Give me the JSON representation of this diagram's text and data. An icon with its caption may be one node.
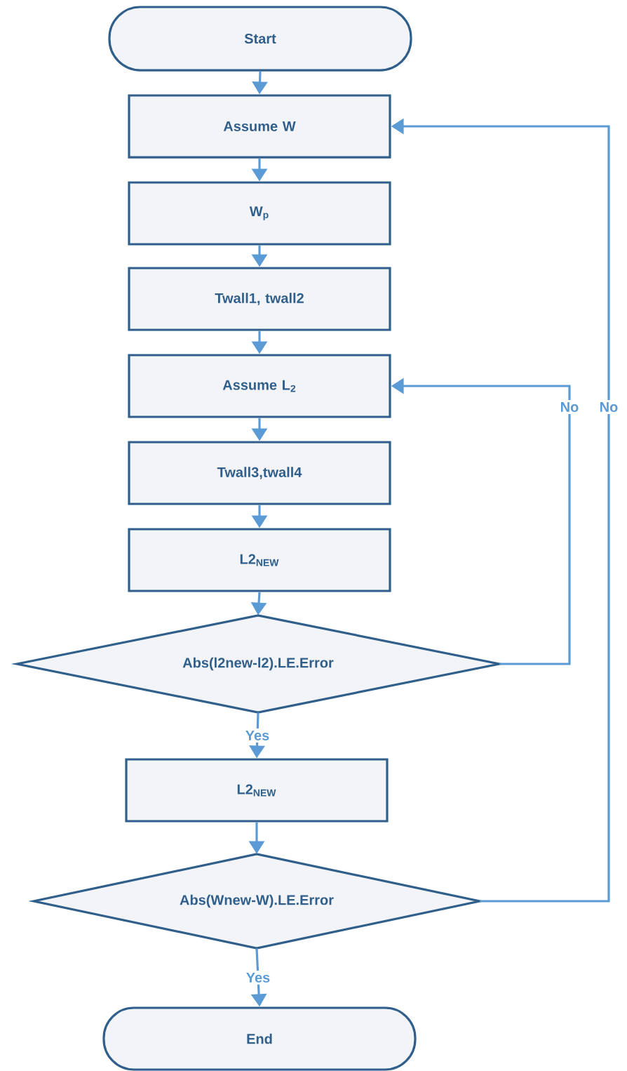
{
  "diagram": {
    "nodes": [
      {
        "text": [
          "Start"
        ]
      },
      {
        "text": [
          "Assume W"
        ]
      },
      {
        "text": [
          "W$_{p}$"
        ]
      },
      {
        "text": [
          "Twall1, twall2"
        ]
      },
      {
        "text": [
          "Assume L$_{2}$"
        ]
      },
      {
        "text": [
          "Twall3,twall4"
        ]
      },
      {
        "text": [
          "L2$_{NEW}$"
        ]
      },
      {
        "text": [
          "Abs(l2new-l2).LE.Error"
        ]
      },
      {
        "text": [
          "L2$_{NEW}$"
        ]
      },
      {
        "text": [
          "Abs(Wnew-W).LE.Error"
        ]
      },
      {
        "text": [
          "End"
        ]
      }
    ],
    "edges": [
      {
        "from": 0,
        "to": 1,
        "arrow": "to"
      },
      {
        "from": 1,
        "to": 2,
        "arrow": "to"
      },
      {
        "from": 2,
        "to": 3,
        "arrow": "to"
      },
      {
        "from": 3,
        "to": 4,
        "arrow": "to"
      },
      {
        "from": 4,
        "to": 5,
        "arrow": "to"
      },
      {
        "from": 5,
        "to": 6,
        "arrow": "to"
      },
      {
        "from": 6,
        "to": 7,
        "arrow": "to"
      },
      {
        "from": 7,
        "to": 8,
        "arrow": "to",
        "label": "Yes"
      },
      {
        "from": 8,
        "to": 9,
        "arrow": "to"
      },
      {
        "from": 9,
        "to": 10,
        "arrow": "to",
        "label": "Yes"
      },
      {
        "from": 7,
        "to": 4,
        "arrow": "to",
        "label": "No"
      },
      {
        "from": 9,
        "to": 1,
        "arrow": "to",
        "label": "No"
      }
    ]
  }
}
